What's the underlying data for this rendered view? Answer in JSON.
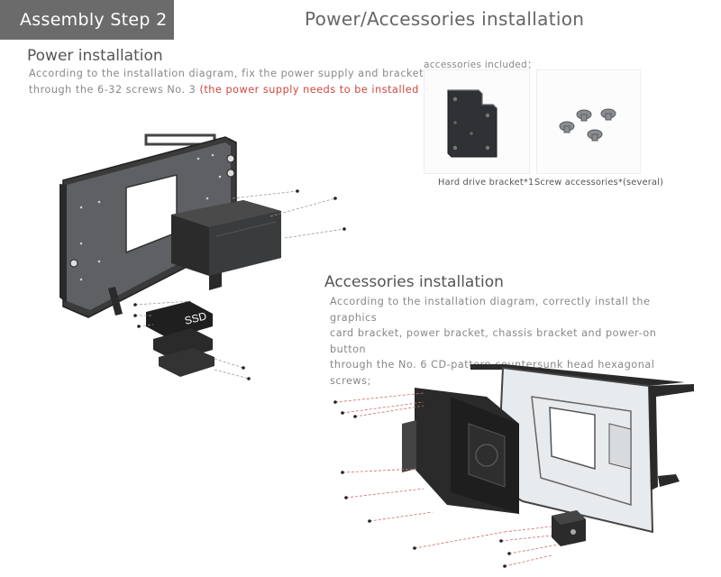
{
  "header": {
    "step_label": "Assembly Step 2",
    "title": "Power/Accessories installation"
  },
  "power": {
    "heading": "Power installation",
    "line1": "According to the installation diagram, fix the power supply and bracket",
    "line2_plain": "through the 6-32 screws No. 3 ",
    "line2_red": "(the power supply needs to be installed"
  },
  "accessories_included": {
    "label": "accessories included：",
    "items": [
      {
        "caption": "Hard drive bracket*1",
        "icon": "hard-drive-bracket"
      },
      {
        "caption": "Screw accessories*(several)",
        "icon": "screws"
      }
    ]
  },
  "accessories": {
    "heading": "Accessories installation",
    "line1": "According to the installation diagram, correctly install the graphics",
    "line2": "card bracket, power bracket, chassis bracket and power-on button",
    "line3": "through the No. 6 CD-pattern countersunk head hexagonal screws;"
  },
  "diagram": {
    "ssd_label": "SSD"
  },
  "colors": {
    "tag_bg": "#6b6b6b",
    "accent_red": "#d0453f",
    "frame_dark": "#2e2e2e"
  }
}
